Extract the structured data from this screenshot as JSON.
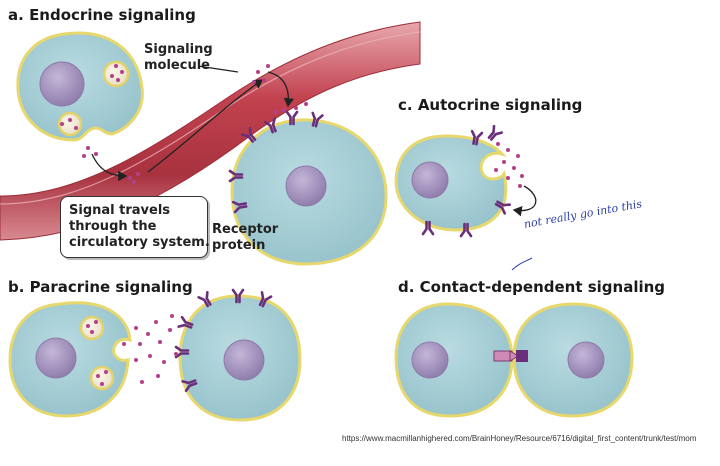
{
  "panels": {
    "a": {
      "letter": "a.",
      "title": "Endocrine signaling"
    },
    "b": {
      "letter": "b.",
      "title": "Paracrine signaling"
    },
    "c": {
      "letter": "c.",
      "title": "Autocrine signaling"
    },
    "d": {
      "letter": "d.",
      "title": "Contact-dependent signaling"
    }
  },
  "labels": {
    "signaling_molecule": [
      "Signaling",
      "molecule"
    ],
    "callout": [
      "Signal travels",
      "through the",
      "circulatory system."
    ],
    "receptor_protein": [
      "Receptor",
      "protein"
    ]
  },
  "annotation": "not really go into this",
  "source_url": "https://www.macmillanhighered.com/BrainHoney/Resource/6716/digital_first_content/trunk/test/mom",
  "colors": {
    "cell_fill": "#a9cfd6",
    "cell_border": "#e9dc7a",
    "nucleus_fill": "#a998c2",
    "molecule": "#b3418a",
    "receptor": "#6b2e7a",
    "vessel": "#c04a55",
    "annotation_ink": "#2b3fa8"
  }
}
